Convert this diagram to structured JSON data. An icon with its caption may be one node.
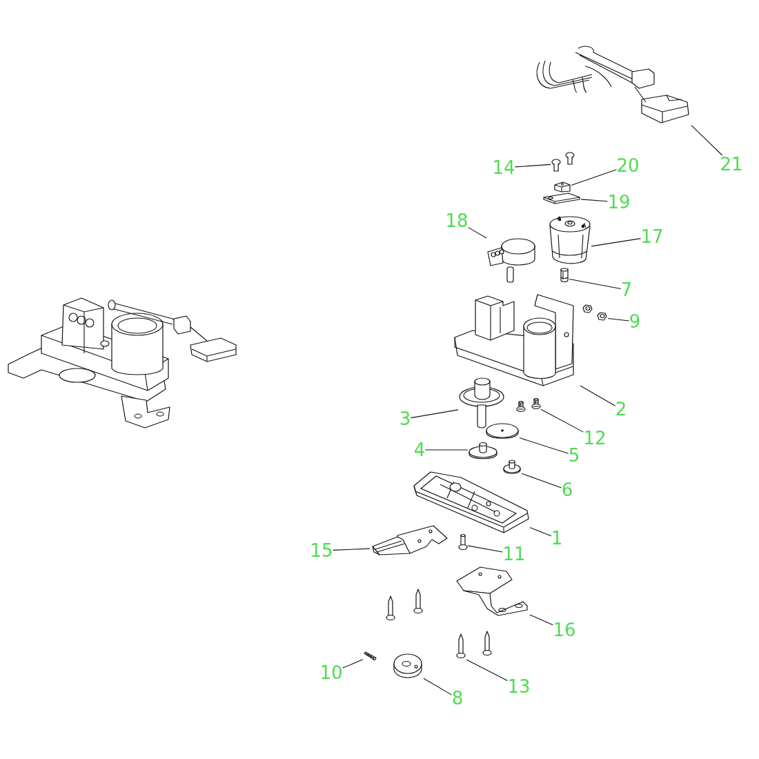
{
  "diagram": {
    "nodes": [
      {
        "text": [
          "21"
        ]
      },
      {
        "text": [],
        "shape": "picture"
      },
      {
        "text": [
          "14"
        ]
      },
      {
        "text": [],
        "shape": "picture"
      },
      {
        "text": [
          "20"
        ]
      },
      {
        "text": [],
        "shape": "picture"
      },
      {
        "text": [
          "19"
        ]
      },
      {
        "text": [],
        "shape": "picture"
      },
      {
        "text": [
          "18"
        ]
      },
      {
        "text": [],
        "shape": "picture"
      },
      {
        "text": [
          "17"
        ]
      },
      {
        "text": [],
        "shape": "picture"
      },
      {
        "text": [
          "7"
        ]
      },
      {
        "text": [],
        "shape": "picture"
      },
      {
        "text": [
          "9"
        ]
      },
      {
        "text": [],
        "shape": "picture"
      },
      {
        "text": [
          "2"
        ]
      },
      {
        "text": [],
        "shape": "picture"
      },
      {
        "text": [
          "3"
        ]
      },
      {
        "text": [],
        "shape": "picture"
      },
      {
        "text": [
          "12"
        ]
      },
      {
        "text": [],
        "shape": "picture"
      },
      {
        "text": [
          "5"
        ]
      },
      {
        "text": [],
        "shape": "picture"
      },
      {
        "text": [
          "4"
        ]
      },
      {
        "text": [],
        "shape": "picture"
      },
      {
        "text": [
          "6"
        ]
      },
      {
        "text": [],
        "shape": "picture"
      },
      {
        "text": [
          "1"
        ]
      },
      {
        "text": [],
        "shape": "picture"
      },
      {
        "text": [
          "15"
        ]
      },
      {
        "text": [],
        "shape": "picture"
      },
      {
        "text": [
          "11"
        ]
      },
      {
        "text": [],
        "shape": "picture"
      },
      {
        "text": [
          "16"
        ]
      },
      {
        "text": [],
        "shape": "picture"
      },
      {
        "text": [
          "10"
        ]
      },
      {
        "text": [],
        "shape": "picture"
      },
      {
        "text": [
          "13"
        ]
      },
      {
        "text": [],
        "shape": "picture"
      },
      {
        "text": [
          "8"
        ]
      },
      {
        "text": [],
        "shape": "picture"
      }
    ],
    "edges": [
      {
        "from": 0,
        "to": 1,
        "arrow": "none"
      },
      {
        "from": 2,
        "to": 3,
        "arrow": "none"
      },
      {
        "from": 4,
        "to": 5,
        "arrow": "none"
      },
      {
        "from": 6,
        "to": 7,
        "arrow": "none"
      },
      {
        "from": 8,
        "to": 9,
        "arrow": "none"
      },
      {
        "from": 10,
        "to": 11,
        "arrow": "none"
      },
      {
        "from": 12,
        "to": 13,
        "arrow": "none"
      },
      {
        "from": 14,
        "to": 15,
        "arrow": "none"
      },
      {
        "from": 16,
        "to": 17,
        "arrow": "none"
      },
      {
        "from": 18,
        "to": 19,
        "arrow": "none"
      },
      {
        "from": 20,
        "to": 21,
        "arrow": "none"
      },
      {
        "from": 22,
        "to": 23,
        "arrow": "none"
      },
      {
        "from": 24,
        "to": 25,
        "arrow": "none"
      },
      {
        "from": 26,
        "to": 27,
        "arrow": "none"
      },
      {
        "from": 28,
        "to": 29,
        "arrow": "none"
      },
      {
        "from": 30,
        "to": 31,
        "arrow": "none"
      },
      {
        "from": 32,
        "to": 33,
        "arrow": "none"
      },
      {
        "from": 34,
        "to": 35,
        "arrow": "none"
      },
      {
        "from": 36,
        "to": 37,
        "arrow": "none"
      },
      {
        "from": 38,
        "to": 39,
        "arrow": "none"
      },
      {
        "from": 40,
        "to": 41,
        "arrow": "none"
      }
    ]
  }
}
